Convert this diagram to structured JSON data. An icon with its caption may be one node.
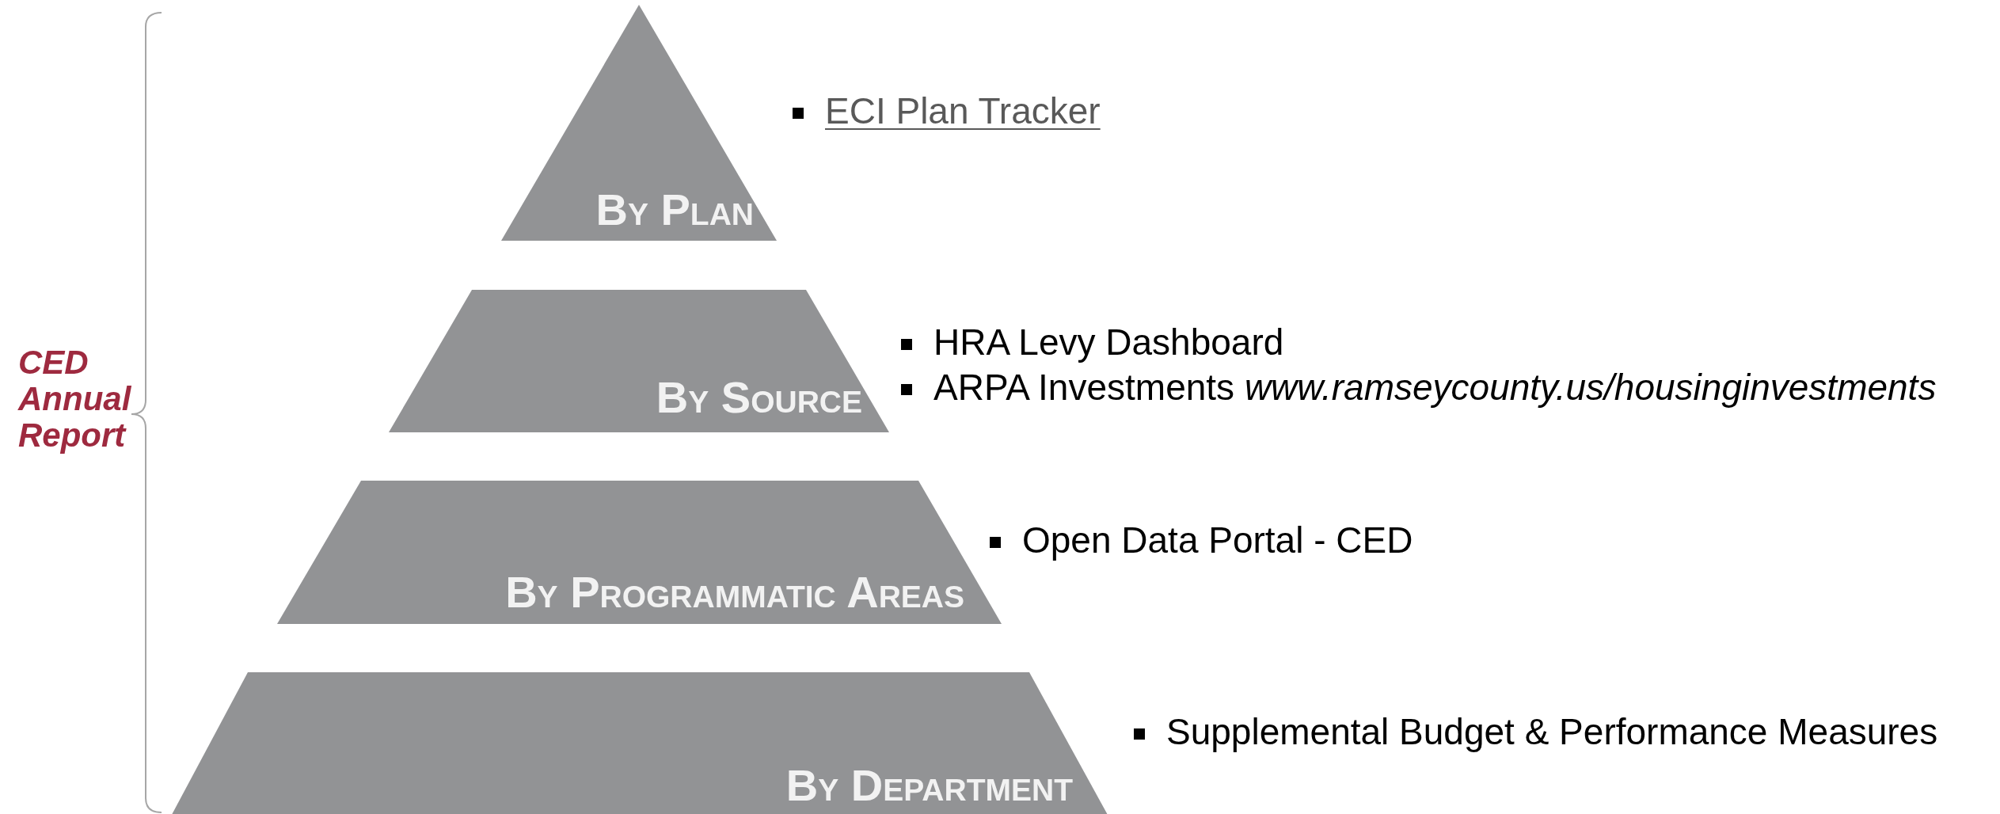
{
  "diagram": {
    "nodes": [
      {
        "text": [
          "By Plan"
        ]
      },
      {
        "text": [
          "By Source"
        ]
      },
      {
        "text": [
          "By Programmatic Areas"
        ]
      },
      {
        "text": [
          "By Department"
        ]
      }
    ],
    "labels": [
      "ECI Plan Tracker",
      "HRA Levy Dashboard",
      "ARPA Investments *www.ramseycounty.us/housinginvestments*",
      "Open Data Portal - CED",
      "Supplemental Budget & Performance Measures",
      "CED Annual Report"
    ]
  }
}
